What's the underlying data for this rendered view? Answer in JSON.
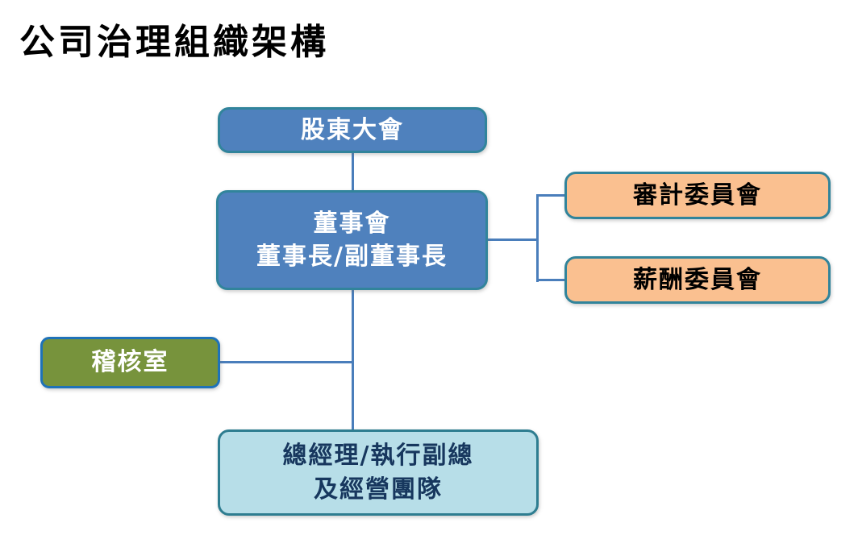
{
  "title": "公司治理組織架構",
  "nodes": {
    "shareholders": {
      "label": "股東大會"
    },
    "board": {
      "line1": "董事會",
      "line2": "董事長/副董事長"
    },
    "audit_committee": {
      "label": "審計委員會"
    },
    "compensation_committee": {
      "label": "薪酬委員會"
    },
    "audit_office": {
      "label": "稽核室"
    },
    "management": {
      "line1": "總經理/執行副總",
      "line2": "及經營團隊"
    }
  },
  "colors": {
    "blue_box_fill": "#4F81BD",
    "teal_border": "#31849B",
    "orange_box_fill": "#FAC090",
    "green_box_fill": "#77933C",
    "green_box_border": "#1F72B8",
    "lightblue_box_fill": "#B7DEE8",
    "lightblue_box_border": "#2E7D90",
    "dark_navy_text": "#17375E",
    "connector_line": "#4A7EBB",
    "title_text": "#000000",
    "white_text": "#FFFFFF"
  }
}
